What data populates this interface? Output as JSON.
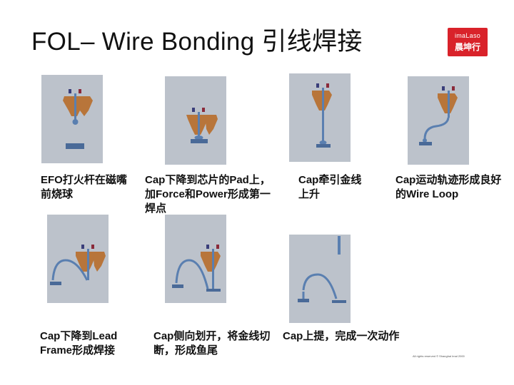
{
  "title": "FOL– Wire Bonding 引线焊接",
  "logo": {
    "line1": "imaLaso",
    "line2": "晨坤行"
  },
  "steps": [
    {
      "caption": "EFO打火杆在磁嘴前烧球",
      "icon": "efo-ball-icon"
    },
    {
      "caption": "Cap下降到芯片的Pad上，加Force和Power形成第一焊点",
      "icon": "first-bond-icon"
    },
    {
      "caption": "Cap牵引金线上升",
      "icon": "wire-rise-icon"
    },
    {
      "caption": "Cap运动轨迹形成良好的Wire Loop",
      "icon": "wire-loop-icon"
    },
    {
      "caption": "Cap下降到Lead Frame形成焊接",
      "icon": "second-bond-icon"
    },
    {
      "caption": "Cap侧向划开，将金线切断，形成鱼尾",
      "icon": "tail-cut-icon"
    },
    {
      "caption": "Cap上提，完成一次动作",
      "icon": "cap-lift-icon"
    }
  ],
  "copyright": "All rights reserved © Shanghai Imal 2000"
}
